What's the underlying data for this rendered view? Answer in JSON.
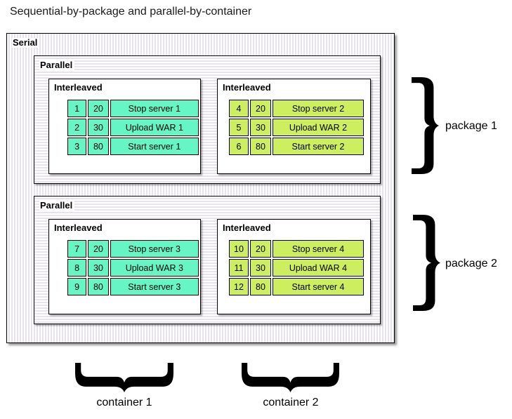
{
  "title": "Sequential-by-package and parallel-by-container",
  "colors": {
    "cyan": "#66f5c4",
    "green": "#cdee5e",
    "stripe": "#e8e2ea"
  },
  "serial": {
    "label": "Serial",
    "parallels": [
      {
        "label": "Parallel",
        "interleaved": [
          {
            "label": "Interleaved",
            "color": "cyan",
            "rows": [
              [
                "1",
                "20",
                "Stop server 1"
              ],
              [
                "2",
                "30",
                "Upload WAR 1"
              ],
              [
                "3",
                "80",
                "Start server 1"
              ]
            ]
          },
          {
            "label": "Interleaved",
            "color": "green",
            "rows": [
              [
                "4",
                "20",
                "Stop server 2"
              ],
              [
                "5",
                "30",
                "Upload WAR 2"
              ],
              [
                "6",
                "80",
                "Start server 2"
              ]
            ]
          }
        ]
      },
      {
        "label": "Parallel",
        "interleaved": [
          {
            "label": "Interleaved",
            "color": "cyan",
            "rows": [
              [
                "7",
                "20",
                "Stop server 3"
              ],
              [
                "8",
                "30",
                "Upload WAR 3"
              ],
              [
                "9",
                "80",
                "Start server 3"
              ]
            ]
          },
          {
            "label": "Interleaved",
            "color": "green",
            "rows": [
              [
                "10",
                "20",
                "Stop server 4"
              ],
              [
                "11",
                "30",
                "Upload WAR 4"
              ],
              [
                "12",
                "80",
                "Start server 4"
              ]
            ]
          }
        ]
      }
    ]
  },
  "annotations": {
    "package_labels": [
      "package 1",
      "package 2"
    ],
    "container_labels": [
      "container 1",
      "container 2"
    ]
  }
}
